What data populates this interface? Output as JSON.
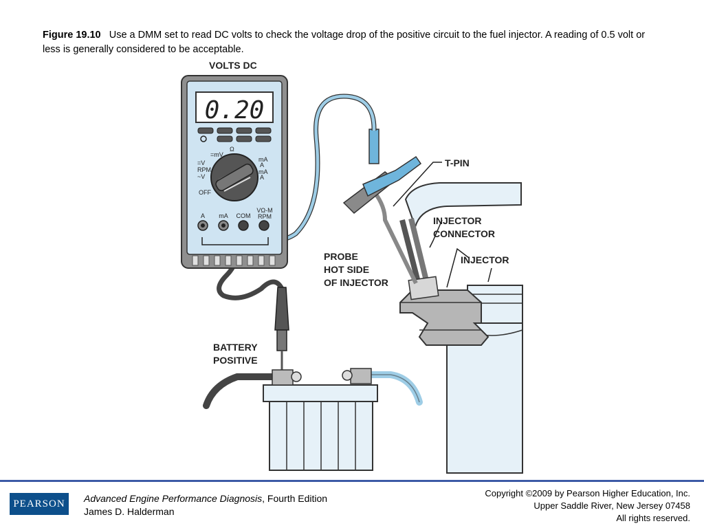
{
  "caption": {
    "label": "Figure 19.10",
    "text": "Use a DMM set to read DC volts to check the voltage drop of the positive circuit to the fuel injector. A reading of 0.5 volt or less is generally considered to be acceptable."
  },
  "diagram": {
    "mode_label": "VOLTS DC",
    "display_value": "0.20",
    "dial": {
      "mv": "=mV",
      "ohm": "Ω",
      "v": "=V",
      "rpm": "RPM",
      "ac_v": "~V",
      "off": "OFF",
      "ma_dc": "mA",
      "a_dc": "A",
      "ma_ac": "mA",
      "a_ac": "A"
    },
    "jacks": {
      "a": "A",
      "ma": "mA",
      "com": "COM",
      "vohm": "VΩ-M",
      "rpm": "RPM"
    },
    "callouts": {
      "t_pin": "T-PIN",
      "injector_connector_1": "INJECTOR",
      "injector_connector_2": "CONNECTOR",
      "injector": "INJECTOR",
      "probe_1": "PROBE",
      "probe_2": "HOT SIDE",
      "probe_3": "OF INJECTOR",
      "battery_1": "BATTERY",
      "battery_2": "POSITIVE"
    }
  },
  "footer": {
    "logo": "PEARSON",
    "book_title": "Advanced Engine Performance Diagnosis",
    "edition": ", Fourth Edition",
    "author": "James D. Halderman",
    "copyright_1": "Copyright ©2009 by Pearson Higher Education, Inc.",
    "copyright_2": "Upper Saddle River, New Jersey 07458",
    "copyright_3": "All rights reserved."
  },
  "colors": {
    "meter_blue": "#cfe4f2",
    "light_blue_wire": "#9ecde6",
    "footer_rule": "#3c5aa6",
    "logo_blue": "#0d4f8b"
  }
}
